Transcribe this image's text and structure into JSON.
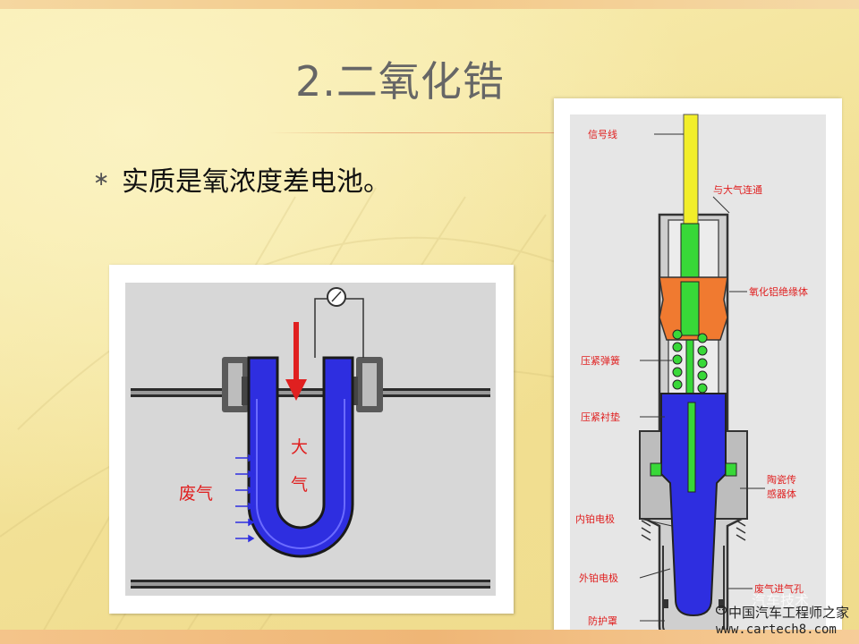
{
  "slide": {
    "title": "2.二氧化锆",
    "bullet_marker": "∗",
    "bullet_text": "实质是氧浓度差电池。"
  },
  "principle_diagram": {
    "label_atmosphere_1": "大",
    "label_atmosphere_2": "气",
    "label_exhaust": "废气"
  },
  "sensor_diagram": {
    "labels": {
      "signal_wire": "信号线",
      "atmosphere_vent": "与大气连通",
      "alumina_insulator": "氧化铝绝缘体",
      "compression_spring": "压紧弹簧",
      "compression_washer": "压紧衬垫",
      "ceramic_body_1": "陶瓷传",
      "ceramic_body_2": "感器体",
      "inner_pt_electrode": "内铂电极",
      "outer_pt_electrode": "外铂电极",
      "exhaust_inlet": "废气进气孔",
      "protective_cover": "防护罩"
    }
  },
  "watermark": {
    "faint_text": "汽车技术",
    "line1": "中国汽车工程师之家",
    "line2": "www.cartech8.com"
  },
  "colors": {
    "title": "#666666",
    "label_red": "#e02020",
    "electrolyte_blue": "#2e2ee0",
    "signal_yellow": "#f2ee2a",
    "insulator_orange": "#f07a30",
    "spring_green": "#38d838"
  }
}
